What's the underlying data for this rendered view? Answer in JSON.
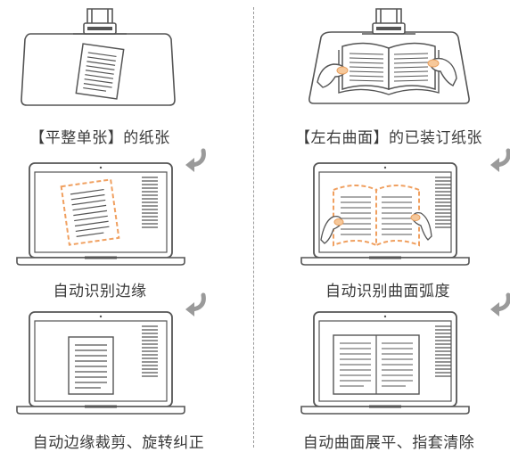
{
  "left_column": {
    "step1_caption": "【平整单张】的纸张",
    "step2_caption": "自动识别边缘",
    "step3_caption": "自动边缘裁剪、旋转纠正"
  },
  "right_column": {
    "step1_caption": "【左右曲面】的已装订纸张",
    "step2_caption": "自动识别曲面弧度",
    "step3_caption": "自动曲面展平、指套清除"
  },
  "colors": {
    "line": "#555555",
    "accent_orange": "#f0a060",
    "arrow": "#9a9a9a",
    "skin": "#f6c89a"
  },
  "icons": [
    "scanner-icon",
    "laptop-icon",
    "document-icon",
    "open-book-icon",
    "next-step-arrow-icon"
  ]
}
